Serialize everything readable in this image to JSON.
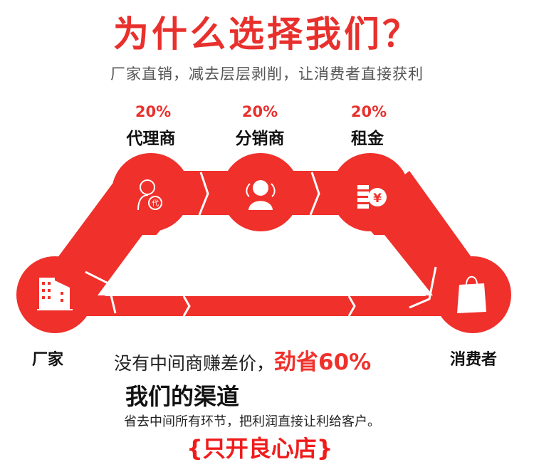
{
  "title": "为什么选择我们？",
  "subtitle": "厂家直销，减去层层剥削，让消费者直接获利",
  "middlemen": [
    {
      "percent": "20%",
      "label": "代理商",
      "icon": "agent-icon"
    },
    {
      "percent": "20%",
      "label": "分销商",
      "icon": "distributor-icon"
    },
    {
      "percent": "20%",
      "label": "租金",
      "icon": "rent-coin-icon"
    }
  ],
  "endpoints": {
    "factory": {
      "label": "厂家",
      "icon": "factory-building-icon"
    },
    "consumer": {
      "label": "消费者",
      "icon": "shopping-bag-icon"
    }
  },
  "middle_text": "没有中间商赚差价，",
  "savings": "劲省60%",
  "channel_title": "我们的渠道",
  "channel_note": "省去中间所有环节，把利润直接让利给客户。",
  "slogan": "{只开良心店}",
  "colors": {
    "accent": "#f0302b",
    "text": "#111111"
  }
}
